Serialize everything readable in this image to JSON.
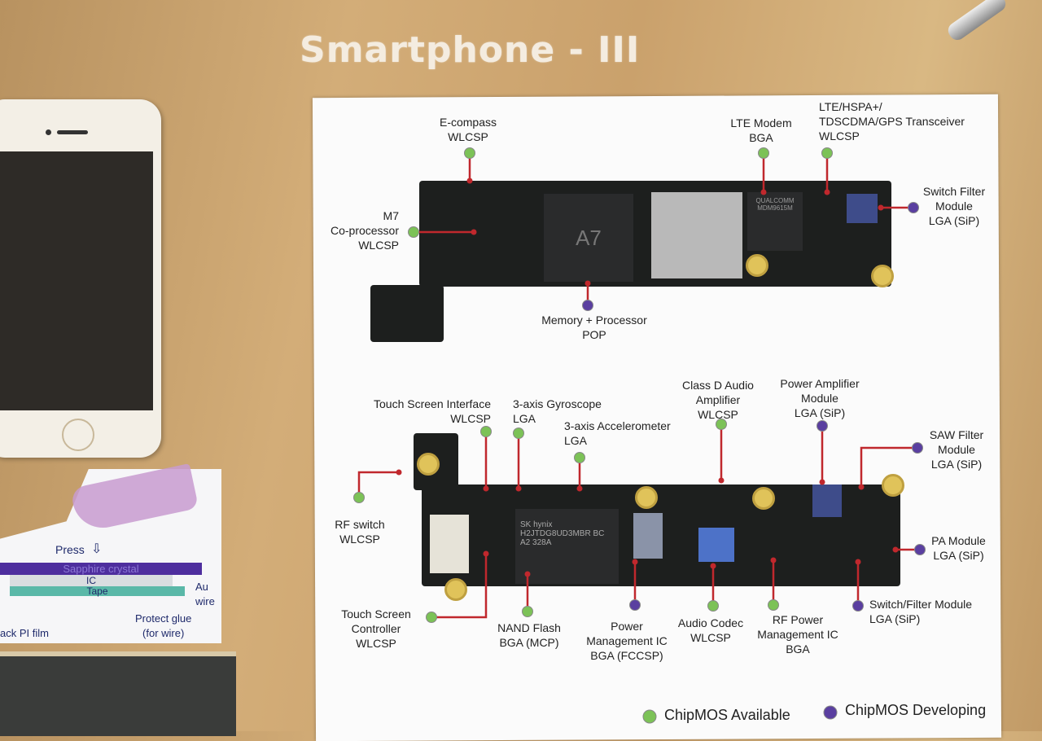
{
  "title": "Smartphone - III",
  "colors": {
    "available": "#7cc257",
    "developing": "#5a3fa0",
    "leader": "#c0282d"
  },
  "top_labels": {
    "ecompass": [
      "E-compass",
      "WLCSP"
    ],
    "m7": [
      "M7",
      "Co-processor",
      "WLCSP"
    ],
    "lte_modem": [
      "LTE Modem",
      "BGA"
    ],
    "transceiver": [
      "LTE/HSPA+/",
      "TDSCDMA/GPS Transceiver",
      "WLCSP"
    ],
    "switch_filter": [
      "Switch Filter",
      "Module",
      "LGA (SiP)"
    ],
    "memory": [
      "Memory + Processor",
      "POP"
    ]
  },
  "bottom_labels": {
    "ts_interface": [
      "Touch Screen Interface",
      "WLCSP"
    ],
    "gyro": [
      "3-axis Gyroscope",
      "LGA"
    ],
    "accel": [
      "3-axis Accelerometer",
      "LGA"
    ],
    "class_d": [
      "Class D Audio",
      "Amplifier",
      "WLCSP"
    ],
    "pa_module_top": [
      "Power Amplifier",
      "Module",
      "LGA (SiP)"
    ],
    "saw": [
      "SAW Filter",
      "Module",
      "LGA (SiP)"
    ],
    "rf_switch": [
      "RF switch",
      "WLCSP"
    ],
    "pa_module": [
      "PA Module",
      "LGA (SiP)"
    ],
    "ts_controller": [
      "Touch Screen",
      "Controller",
      "WLCSP"
    ],
    "nand": [
      "NAND Flash",
      "BGA (MCP)"
    ],
    "pmic": [
      "Power",
      "Management IC",
      "BGA (FCCSP)"
    ],
    "codec": [
      "Audio Codec",
      "WLCSP"
    ],
    "rf_pmic": [
      "RF Power",
      "Management IC",
      "BGA"
    ],
    "switch_filter2": [
      "Switch/Filter Module",
      "LGA (SiP)"
    ]
  },
  "chips": {
    "a7": "A7",
    "modem": "QUALCOMM MDM9615M",
    "nand": "SK hynix H2JTDG8UD3MBR BC A2 328A"
  },
  "legend": {
    "available": "ChipMOS Available",
    "developing": "ChipMOS Developing"
  },
  "touch_card": {
    "press": "Press",
    "sapphire": "Sapphire crystal",
    "ic": "IC",
    "tape": "Tape",
    "au_wire": [
      "Au",
      "wire"
    ],
    "protect_glue": [
      "Protect glue",
      "(for wire)"
    ],
    "pi_film": "ack PI film"
  }
}
